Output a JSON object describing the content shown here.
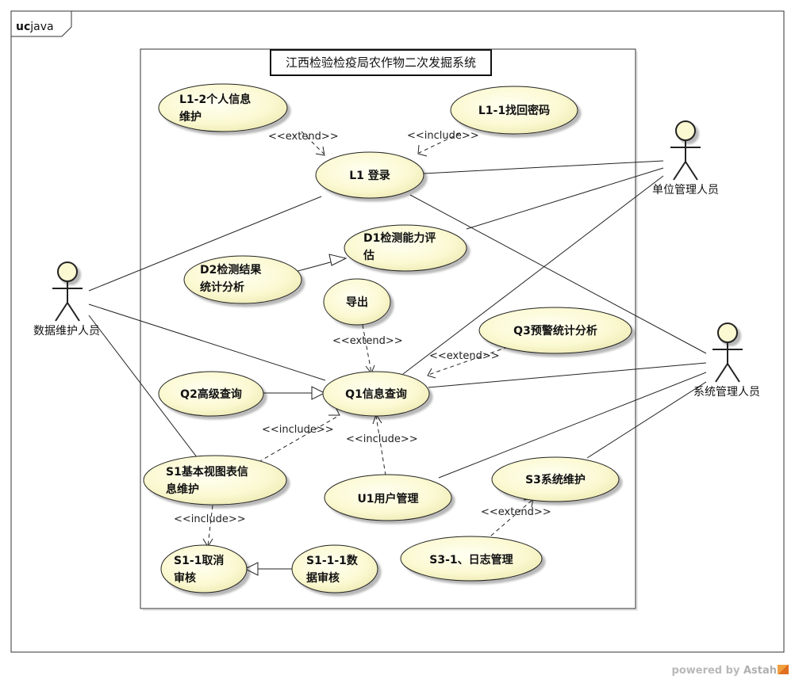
{
  "frame": {
    "tab_bold": "uc",
    "tab_name": "java"
  },
  "boundary": {
    "title": "江西检验检疫局农作物二次发掘系统"
  },
  "actors": {
    "data_maintainer": "数据维护人员",
    "unit_admin": "单位管理人员",
    "system_admin": "系统管理人员"
  },
  "usecases": {
    "l1_2": [
      "L1-2个人信息",
      "维护"
    ],
    "l1_1": [
      "L1-1找回密码"
    ],
    "l1": [
      "L1 登录"
    ],
    "d1": [
      "D1检测能力评",
      "估"
    ],
    "d2": [
      "D2检测结果",
      "统计分析"
    ],
    "export": [
      "导出"
    ],
    "q3": [
      "Q3预警统计分析"
    ],
    "q1": [
      "Q1信息查询"
    ],
    "q2": [
      "Q2高级查询"
    ],
    "s1": [
      "S1基本视图表信",
      "息维护"
    ],
    "u1": [
      "U1用户管理"
    ],
    "s3": [
      "S3系统维护"
    ],
    "s1_1": [
      "S1-1取消",
      "审核"
    ],
    "s1_1_1": [
      "S1-1-1数",
      "据审核"
    ],
    "s3_1": [
      "S3-1、日志管理"
    ]
  },
  "stereotypes": {
    "extend": "<<extend>>",
    "include": "<<include>>"
  },
  "footer": {
    "powered": "powered by",
    "brand": "Astah"
  }
}
